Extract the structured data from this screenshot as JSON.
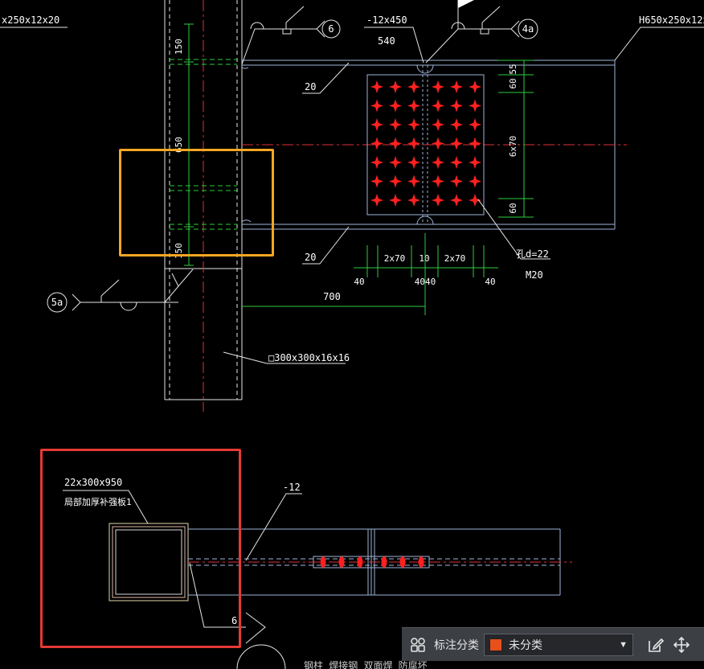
{
  "drawing": {
    "labels": {
      "top_left_member": "x250x12x20",
      "top_right_member": "H650x250x12x",
      "plate": "-12x450",
      "plate_length": "540",
      "weld_tag_left": "6",
      "weld_tag_right": "4a",
      "weld_tag_lower": "5a",
      "dim_150_top": "150",
      "dim_650": "650",
      "dim_150_bottom": "150",
      "dim_20_top": "20",
      "dim_20_bottom": "20",
      "dim_55": "55",
      "dim_60": "60",
      "dim_6x70": "6x70",
      "dim_60_bottom": "60",
      "dim_2x70_left": "2x70",
      "dim_10": "10",
      "dim_2x70_right": "2x70",
      "dim_40_a": "40",
      "dim_40_b": "4040",
      "dim_40_c": "40",
      "hole": "孔d=22",
      "bolt": "M20",
      "dim_700": "700",
      "column": "□300x300x16x16",
      "pad_plate": "22x300x950",
      "pad_plate_note": "局部加厚补强板1",
      "plan_plate": "-12",
      "plan_weld": "6",
      "bottom_caption": "钢柱 焊接钢 双面焊 防腐坏"
    },
    "colors": {
      "outline": "#9fb4d8",
      "column": "#e6e6e6",
      "center": "#e0303a",
      "dimension": "#2ecc40",
      "bolt": "#ff2020",
      "pad_outline": "#e0d8a8"
    }
  },
  "toolbar": {
    "icon_left": "grid-squares-icon",
    "label": "标注分类",
    "selected": "未分类",
    "selected_color": "#e8501a",
    "icon_edit": "edit-icon",
    "icon_move": "move-icon"
  }
}
